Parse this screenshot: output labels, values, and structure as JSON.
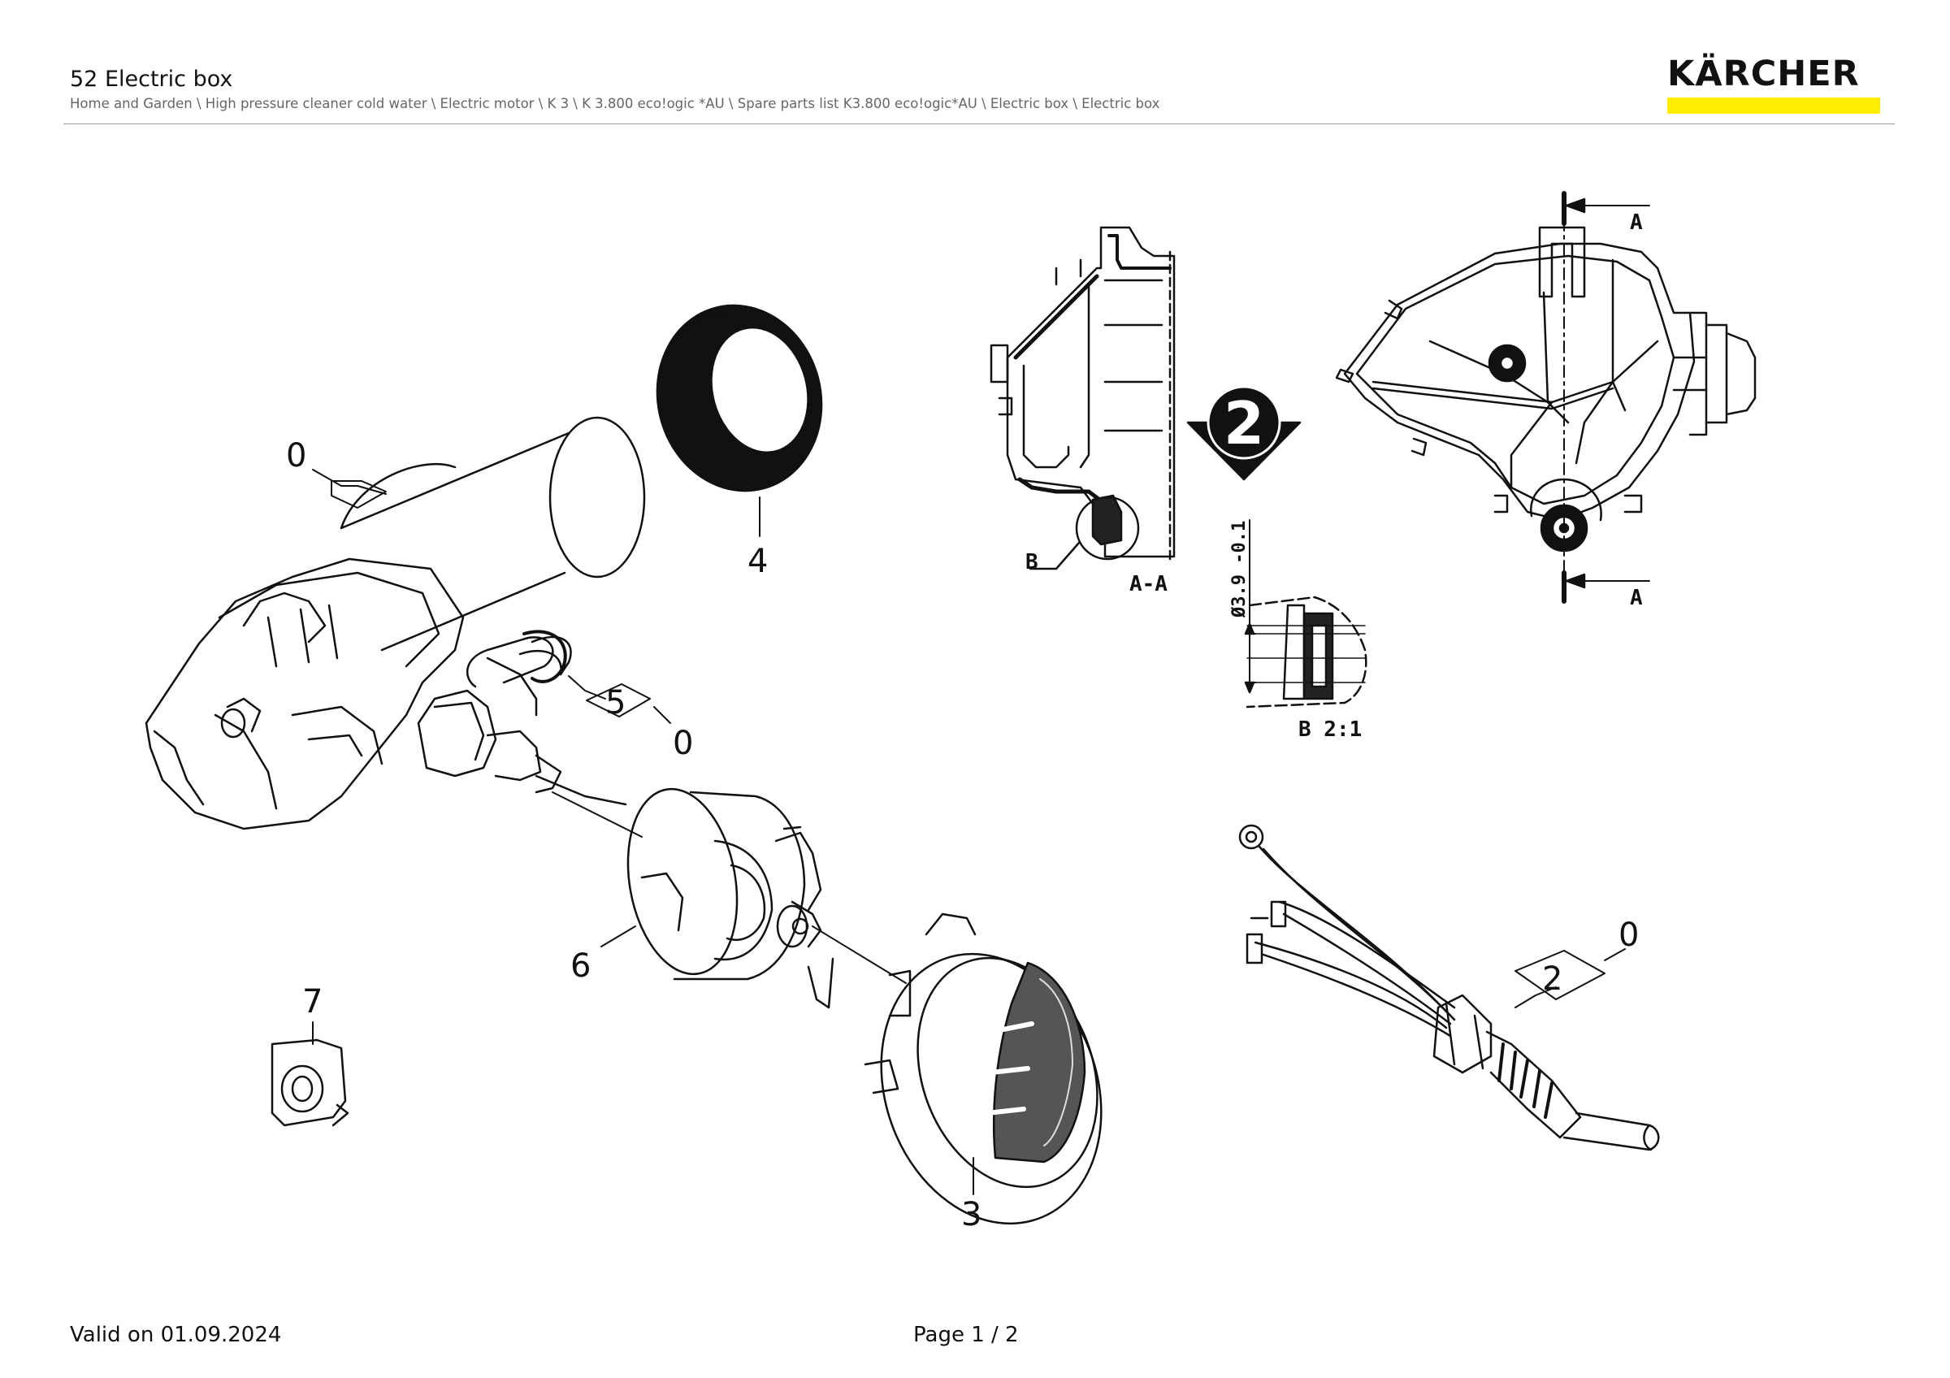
{
  "header": {
    "title": "52 Electric box",
    "breadcrumb": "Home and Garden \\ High pressure cleaner cold water \\ Electric motor \\ K 3 \\ K 3.800 eco!ogic *AU \\ Spare parts list K3.800 eco!ogic*AU \\ Electric box \\ Electric box",
    "brand": "KÄRCHER",
    "brand_color": "#ffed00"
  },
  "diagram": {
    "callouts": [
      "0",
      "4",
      "5",
      "0",
      "6",
      "7",
      "3",
      "0",
      "2"
    ],
    "detail_labels": {
      "section_view": "A-A",
      "detail_marker": "B",
      "detail_view": "B 2:1",
      "section_arrow_top": "A",
      "section_arrow_bottom": "A",
      "dimension": "Ø3.9 -0.1",
      "badge": "2"
    }
  },
  "footer": {
    "valid": "Valid on 01.09.2024",
    "page": "Page 1 / 2"
  }
}
